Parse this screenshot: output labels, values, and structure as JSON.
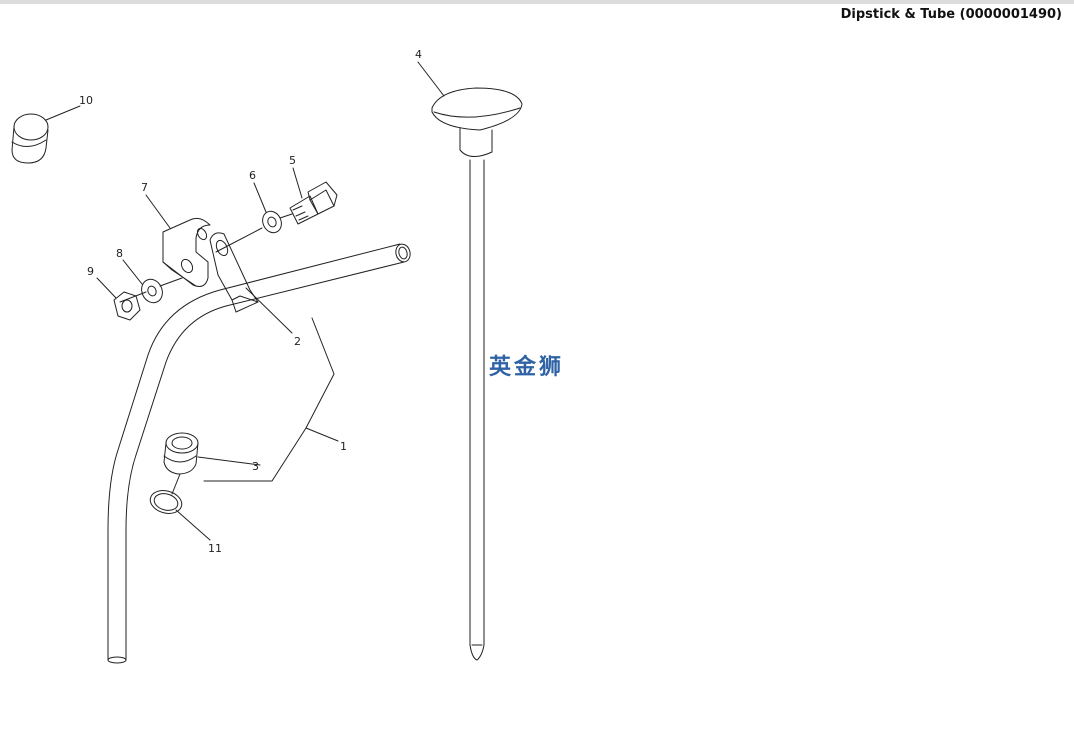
{
  "page": {
    "title": "Dipstick & Tube (0000001490)"
  },
  "watermark": {
    "text": "英金狮",
    "color": "#2f63a6"
  },
  "callouts": {
    "c1": "1",
    "c2": "2",
    "c3": "3",
    "c4": "4",
    "c5": "5",
    "c6": "6",
    "c7": "7",
    "c8": "8",
    "c9": "9",
    "c10": "10",
    "c11": "11"
  },
  "colors": {
    "line": "#222222",
    "header_rule": "#dcdcdc"
  }
}
